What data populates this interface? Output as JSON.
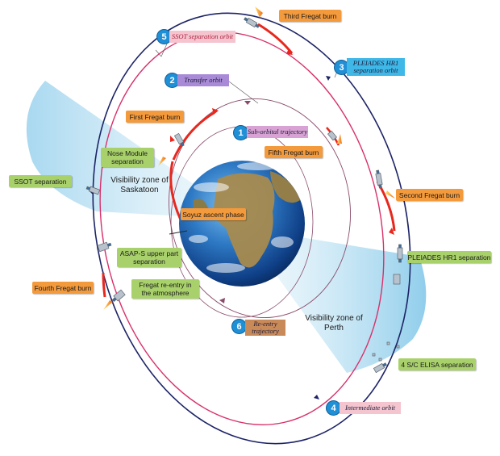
{
  "orbits": [
    {
      "number": "1",
      "label": "Sub-orbital trajectory",
      "color": "#c78ec9"
    },
    {
      "number": "2",
      "label": "Transfer orbit",
      "color": "#a98ad6"
    },
    {
      "number": "3",
      "label": "PLEIADES HR1 separation orbit",
      "color": "#3fb8e8"
    },
    {
      "number": "4",
      "label": "Intermediate orbit",
      "color": "#f4c4cf"
    },
    {
      "number": "5",
      "label": "SSOT separation orbit",
      "color": "#f4c4cf"
    },
    {
      "number": "6",
      "label": "Re-entry trajectory",
      "color": "#c98a5a"
    }
  ],
  "burns": {
    "first": "First Fregat burn",
    "second": "Second Fregat burn",
    "third": "Third Fregat burn",
    "fourth": "Fourth Fregat burn",
    "fifth": "Fifth Fregat burn",
    "soyuz": "Soyuz ascent phase"
  },
  "events": {
    "nose_module": "Nose Module separation",
    "ssot_separation": "SSOT separation",
    "asap_s": "ASAP-S upper part separation",
    "fregat_reentry": "Fregat re-entry in the atmosphere",
    "pleiades_separation": "PLEIADES HR1 separation",
    "elisa_separation": "4 S/C ELISA separation"
  },
  "visibility": {
    "saskatoon": "Visibility zone of Saskatoon",
    "perth": "Visibility zone of Perth"
  },
  "colors": {
    "burn_label": "#f39a3d",
    "event_label": "#a9d16b",
    "number_badge": "#1f8fd6",
    "outer_orbit": "#1c2366",
    "inner_orbit": "#d8306a",
    "burn_arc": "#e8271e",
    "visibility_zone": "#9fd4ee"
  },
  "icons": [
    "satellite-icon",
    "fregat-stage-icon",
    "earth-globe"
  ]
}
